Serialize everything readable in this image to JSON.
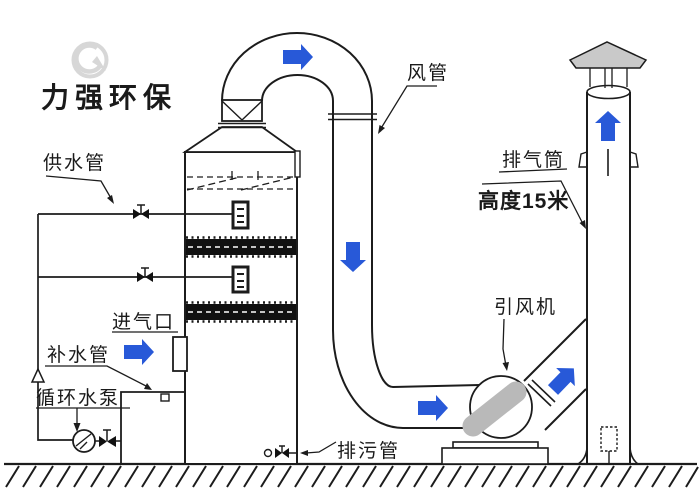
{
  "watermark": {
    "text": "力强环保"
  },
  "labels": {
    "supply_pipe": "供水管",
    "air_inlet": "进气口",
    "makeup_pipe": "补水管",
    "circulation_pump": "循环水泵",
    "drain_pipe": "排污管",
    "air_duct": "风管",
    "induced_draft_fan": "引风机",
    "exhaust_stack": "排气筒",
    "stack_height": "高度15米"
  },
  "colors": {
    "flow_arrow": "#2859d8",
    "rain_cap": "#c9c9c9",
    "fan_rotor": "#b9b9b9",
    "watermark": "#d7d7d7",
    "line": "#1c1c1c"
  },
  "flow_arrows": [
    {
      "id": "duct-top",
      "direction": "right"
    },
    {
      "id": "downcomer",
      "direction": "down"
    },
    {
      "id": "air-inlet",
      "direction": "right"
    },
    {
      "id": "fan-inlet",
      "direction": "right"
    },
    {
      "id": "fan-outlet",
      "direction": "up-right"
    },
    {
      "id": "stack",
      "direction": "up"
    }
  ]
}
